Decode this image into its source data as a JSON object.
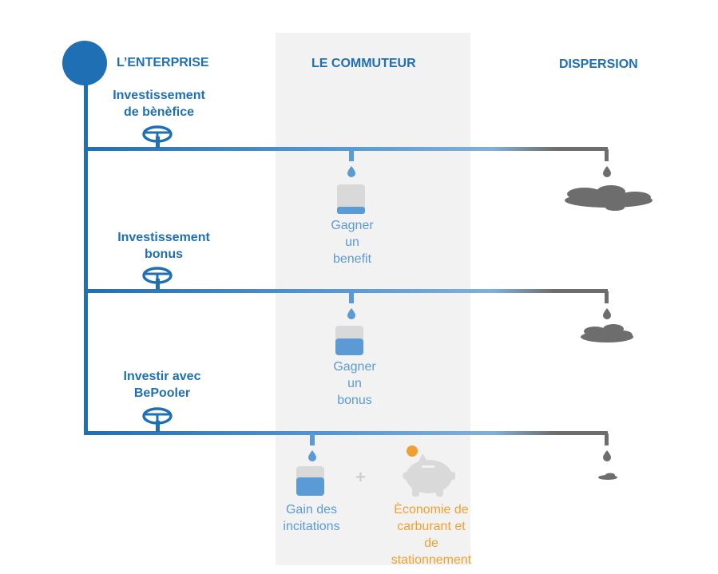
{
  "headers": {
    "enterprise": "L’ENTERPRISE",
    "commuter": "LE COMMUTEUR",
    "dispersion": "DISPERSION"
  },
  "investments": [
    {
      "line1": "Investissement",
      "line2": "de bènèfice"
    },
    {
      "line1": "Investissement",
      "line2": "bonus"
    },
    {
      "line1": "Investir avec",
      "line2": "BePooler"
    }
  ],
  "commuter_gains": [
    {
      "line1": "Gagner",
      "line2": "un",
      "line3": "benefit"
    },
    {
      "line1": "Gagner",
      "line2": "un",
      "line3": "bonus"
    },
    {
      "line1": "Gain des",
      "line2": "incitations"
    }
  ],
  "plus_sign": "+",
  "savings": {
    "line1": "Èconomie de",
    "line2": "carburant et",
    "line3": "de",
    "line4": "stationnement"
  },
  "colors": {
    "enterprise_blue": "#1f6fb5",
    "pipe_light_blue": "#5b9bd5",
    "dispersion_gray": "#6d6d6d",
    "commuter_band": "#f2f2f2",
    "savings_orange": "#f0a030"
  },
  "icons": [
    "steering-valve-icon",
    "water-drop-icon",
    "cup-icon",
    "puddle-icon",
    "piggy-bank-icon",
    "coin-icon"
  ]
}
